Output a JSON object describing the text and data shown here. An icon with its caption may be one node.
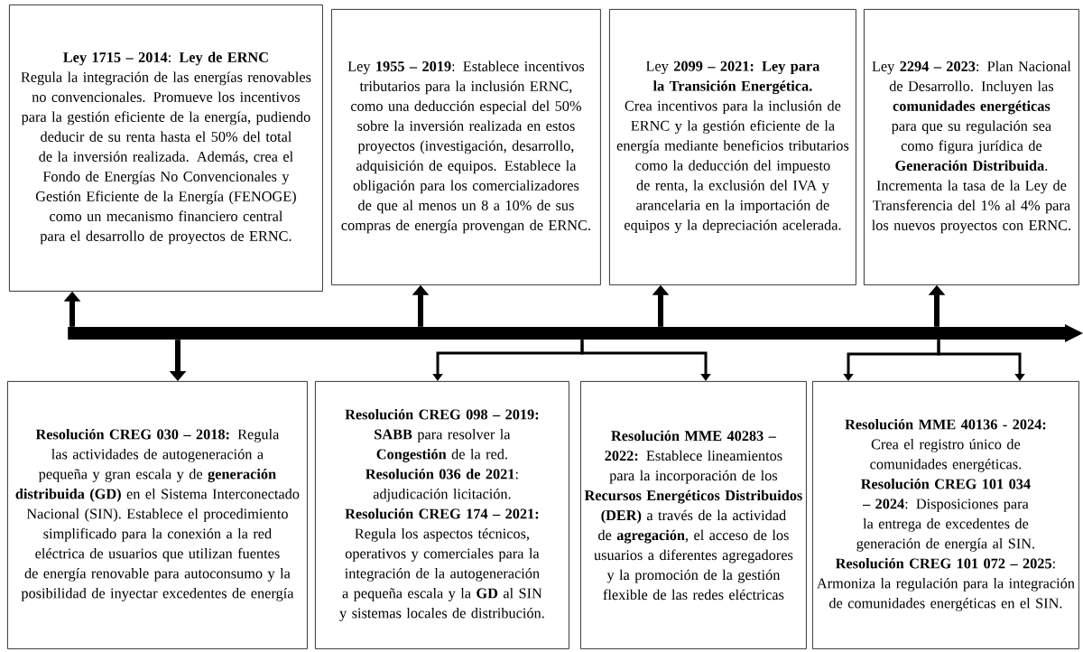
{
  "diagram": {
    "nodes": [
      {
        "text": [
          "**Ley 1715 – 2014**: **Ley de ERNC**",
          "Regula la integración de las energías renovables no convencionales. Promueve los incentivos para la gestión eficiente de la energía, pudiendo deducir de su renta hasta el 50% del total de la inversión realizada. Además, crea el Fondo de Energías No Convencionales y Gestión Eficiente de la Energía (FENOGE) como un mecanismo financiero central para el desarrollo de proyectos de ERNC."
        ]
      },
      {
        "text": [
          "Ley **1955 – 2019**: Establece incentivos tributarios para la inclusión ERNC, como una deducción especial del 50% sobre la inversión realizada en estos proyectos (investigación, desarrollo, adquisición de equipos. Establece la obligación para los comercializadores de que al menos un 8 a 10% de sus compras de energía provengan de ERNC."
        ]
      },
      {
        "text": [
          "Ley **2099 – 2021: Ley para la Transición Energética.**",
          "Crea incentivos para la inclusión de ERNC y la gestión eficiente de la energía mediante beneficios tributarios como la deducción del impuesto de renta, la exclusión del IVA y arancelaria en la importación de equipos y la depreciación acelerada."
        ]
      },
      {
        "text": [
          "Ley **2294 – 2023**: Plan Nacional de Desarrollo. Incluyen las **comunidades energéticas** para que su regulación sea como figura jurídica de **Generación Distribuida**.",
          "Incrementa la tasa de la Ley de Transferencia del 1% al 4% para los nuevos proyectos con ERNC."
        ]
      },
      {
        "text": [],
        "shape": "bar"
      },
      {
        "text": [
          "**Resolución CREG 030 – 2018:** Regula las actividades de autogeneración a pequeña y gran escala y de **generación distribuida (GD)** en el Sistema Interconectado Nacional (SIN). Establece el procedimiento simplificado para la conexión a la red eléctrica de usuarios que utilizan fuentes de energía renovable para autoconsumo y la posibilidad de inyectar excedentes de energía"
        ]
      },
      {
        "text": [
          "Resolución CREG 098 – 2019:",
          "**SABB** para resolver la **Congestión** de la red.",
          "**Resolución 036 de 2021**: adjudicación licitación.",
          "Resolución CREG 174 – 2021:",
          "Regula los aspectos técnicos, operativos y comerciales para la integración de la autogeneración a pequeña escala y la **GD** al SIN y sistemas locales de distribución."
        ]
      },
      {
        "text": [
          "**Resolución MME 40283 – 2022:** Establece lineamientos para la incorporación de los **Recursos Energéticos Distribuidos (DER)** a través de la actividad de **agregación**, el acceso de los usuarios a diferentes agregadores y la promoción de la gestión flexible de las redes eléctricas"
        ]
      },
      {
        "text": [
          "Resolución MME 40136 - 2024:",
          "Crea el registro único de comunidades energéticas.",
          "**Resolución CREG 101 034 – 2024**: Disposiciones para la entrega de excedentes de generación de energía al SIN.",
          "**Resolución CREG 101 072 – 2025**: Armoniza la regulación para la integración de comunidades energéticas en el SIN."
        ]
      }
    ],
    "edges": [
      {
        "from": 4,
        "to": 0,
        "arrow": "to"
      },
      {
        "from": 4,
        "to": 1,
        "arrow": "to"
      },
      {
        "from": 4,
        "to": 2,
        "arrow": "to"
      },
      {
        "from": 4,
        "to": 3,
        "arrow": "to"
      },
      {
        "from": 4,
        "to": 5,
        "arrow": "to"
      },
      {
        "from": 4,
        "to": 6,
        "arrow": "to"
      },
      {
        "from": 4,
        "to": 7,
        "arrow": "to"
      },
      {
        "from": 4,
        "to": 8,
        "arrow": "to"
      },
      {
        "from": 4,
        "to": 8,
        "arrow": "to"
      }
    ]
  }
}
